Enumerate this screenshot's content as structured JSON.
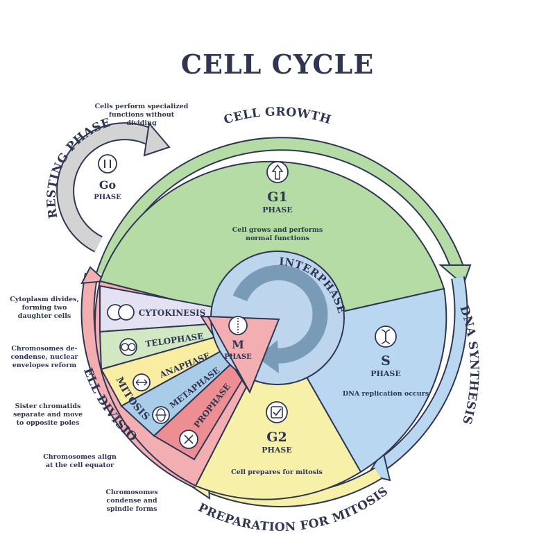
{
  "title": "CELL CYCLE",
  "arc_labels": {
    "cell_growth": "CELL GROWTH",
    "dna_synthesis": "DNA SYNTHESIS",
    "preparation_for_mitosis": "PREPARATION FOR MITOSIS",
    "cell_division": "CELL DIVISION",
    "resting_phase": "RESTING PHASE",
    "interphase": "INTERPHASE",
    "mitosis": "MITOSIS"
  },
  "phases": {
    "g0": {
      "name": "Go",
      "label": "PHASE"
    },
    "g1": {
      "name": "G1",
      "label": "PHASE",
      "desc_line1": "Cell grows and performs",
      "desc_line2": "normal functions"
    },
    "s": {
      "name": "S",
      "label": "PHASE",
      "desc": "DNA replication occurs"
    },
    "g2": {
      "name": "G2",
      "label": "PHASE",
      "desc": "Cell prepares for mitosis"
    },
    "m": {
      "name": "M",
      "label": "PHASE"
    }
  },
  "mitosis_stages": {
    "cytokinesis": "CYTOKINESIS",
    "telophase": "TELOPHASE",
    "anaphase": "ANAPHASE",
    "metaphase": "METAPHASE",
    "prophase": "PROPHASE"
  },
  "notes": {
    "resting": "Cells perform specialized functions without dividing",
    "cytokinesis": "Cytoplasm divides, forming two daughter cells",
    "telophase": "Chromosomes de-condense, nuclear envelopes reform",
    "anaphase": "Sister chromatids separate and move to opposite poles",
    "metaphase": "Chromosomes align at the cell equator",
    "prophase": "Chromosomes condense and spindle forms"
  },
  "colors": {
    "ink": "#2e3654",
    "g1_green": "#b5dca4",
    "s_blue": "#b9d7f0",
    "g2_yellow": "#f6f0a8",
    "m_pink": "#f3aeb2",
    "interphase_blue": "#bdd6ee",
    "arrow_steel": "#7a9bb8",
    "go_gray": "#d3d3d3",
    "cytokinesis_lavender": "#e4e1f2",
    "telophase_green": "#d2e8c2",
    "anaphase_yellow": "#f8eda0",
    "metaphase_blue": "#a9cce8",
    "prophase_red": "#ec8e92"
  },
  "icons": {
    "g0": "pause-icon",
    "g1": "up-arrow-icon",
    "s": "dna-helix-icon",
    "g2": "checkbox-icon",
    "m": "dividing-cell-icon"
  }
}
